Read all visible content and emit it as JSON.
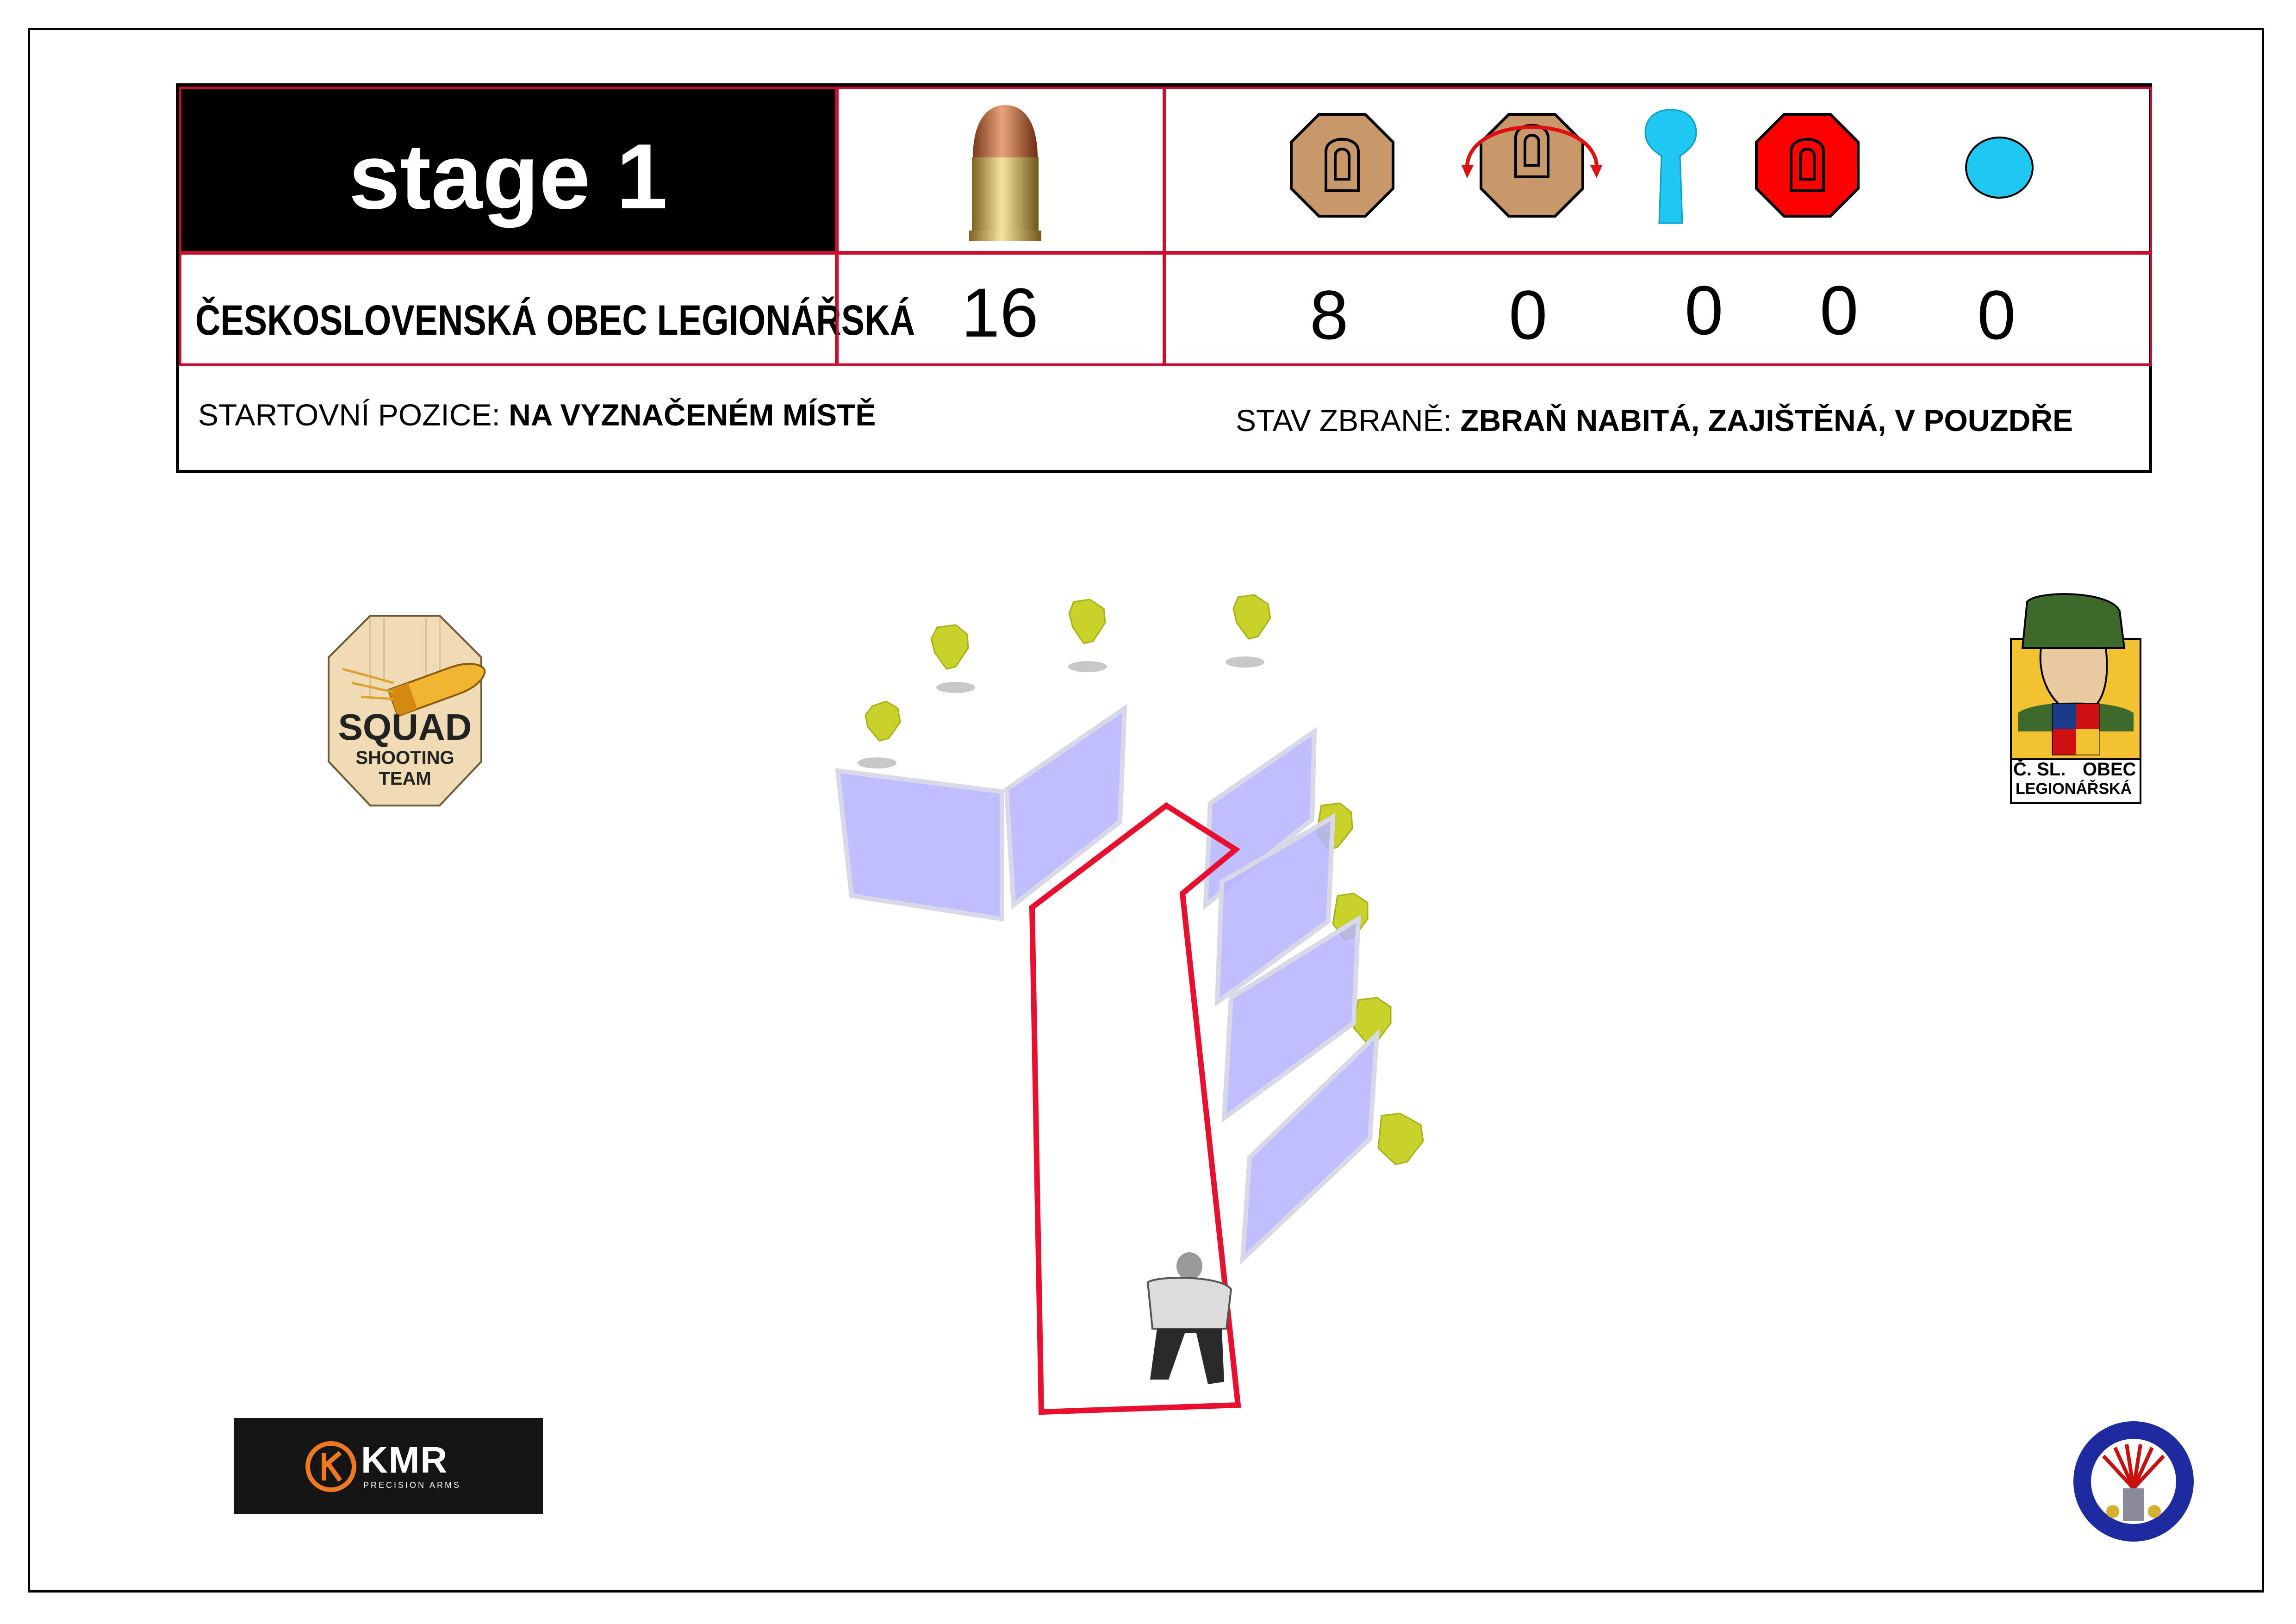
{
  "header": {
    "stage_title": "stage 1",
    "club_name": "ČESKOSLOVENSKÁ OBEC LEGIONÁŘSKÁ",
    "rounds": "16",
    "target_counts": [
      "8",
      "0",
      "0",
      "0",
      "0"
    ],
    "target_icons": [
      "paper-target-icon",
      "swinger-target-icon",
      "popper-icon",
      "no-shoot-target-icon",
      "steel-plate-icon"
    ],
    "start_position_label": "STARTOVNÍ POZICE:",
    "start_position_value": "NA VYZNAČENÉM MÍSTĚ",
    "gun_state_label": "STAV ZBRANĚ:",
    "gun_state_value": "ZBRAŇ NABITÁ, ZAJIŠTĚNÁ, V POUZDŘE"
  },
  "logos": {
    "squad_line1": "SQUAD",
    "squad_line2": "SHOOTING",
    "squad_line3": "TEAM",
    "csol_line1": "Č. SL.",
    "csol_line2": "OBEC",
    "csol_line3": "LEGIONÁŘSKÁ",
    "kmr_name": "KMR",
    "kmr_sub": "PRECISION ARMS"
  },
  "colors": {
    "accent_red": "#c8102e",
    "paper_target": "#c8986a",
    "popper": "#1ec8f0",
    "no_shoot": "#ff0000",
    "target_yellow": "#c8d22a",
    "wall_fill": "#b4b4ff"
  }
}
